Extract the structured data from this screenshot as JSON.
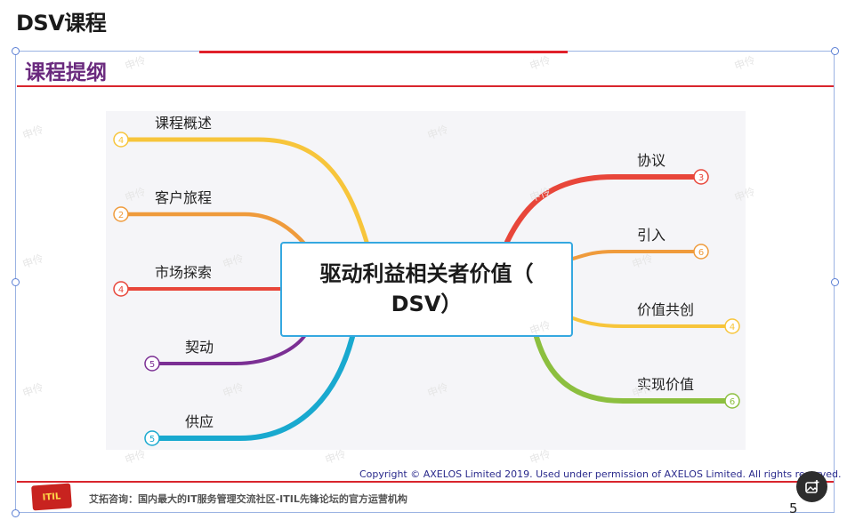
{
  "page": {
    "title": "DSV课程"
  },
  "slide": {
    "title": "课程提纲",
    "center_text": "驱动利益相关者价值（ DSV）",
    "copyright": "Copyright © AXELOS Limited 2019. Used under permission of AXELOS Limited. All rights reserved.",
    "footer_tagline": "艾拓咨询：国内最大的IT服务管理交流社区-ITIL先锋论坛的官方运营机构",
    "footer_logo_text": "ITIL",
    "page_number": "5"
  },
  "watermark_text": "申伶",
  "colors": {
    "left_1": "#f7c53b",
    "left_2": "#ef9b3c",
    "left_3": "#e8463a",
    "left_4": "#7b2f94",
    "left_5": "#19a9cf",
    "right_1": "#e8463a",
    "right_2": "#ef9b3c",
    "right_3": "#f7c53b",
    "right_4": "#8cbf3f"
  },
  "branches": {
    "left": [
      {
        "label": "课程概述",
        "count": "4",
        "color_key": "left_1"
      },
      {
        "label": "客户旅程",
        "count": "2",
        "color_key": "left_2"
      },
      {
        "label": "市场探索",
        "count": "4",
        "color_key": "left_3"
      },
      {
        "label": "契动",
        "count": "5",
        "color_key": "left_4"
      },
      {
        "label": "供应",
        "count": "5",
        "color_key": "left_5"
      }
    ],
    "right": [
      {
        "label": "协议",
        "count": "3",
        "color_key": "right_1"
      },
      {
        "label": "引入",
        "count": "6",
        "color_key": "right_2"
      },
      {
        "label": "价值共创",
        "count": "4",
        "color_key": "right_3"
      },
      {
        "label": "实现价值",
        "count": "6",
        "color_key": "right_4"
      }
    ]
  }
}
